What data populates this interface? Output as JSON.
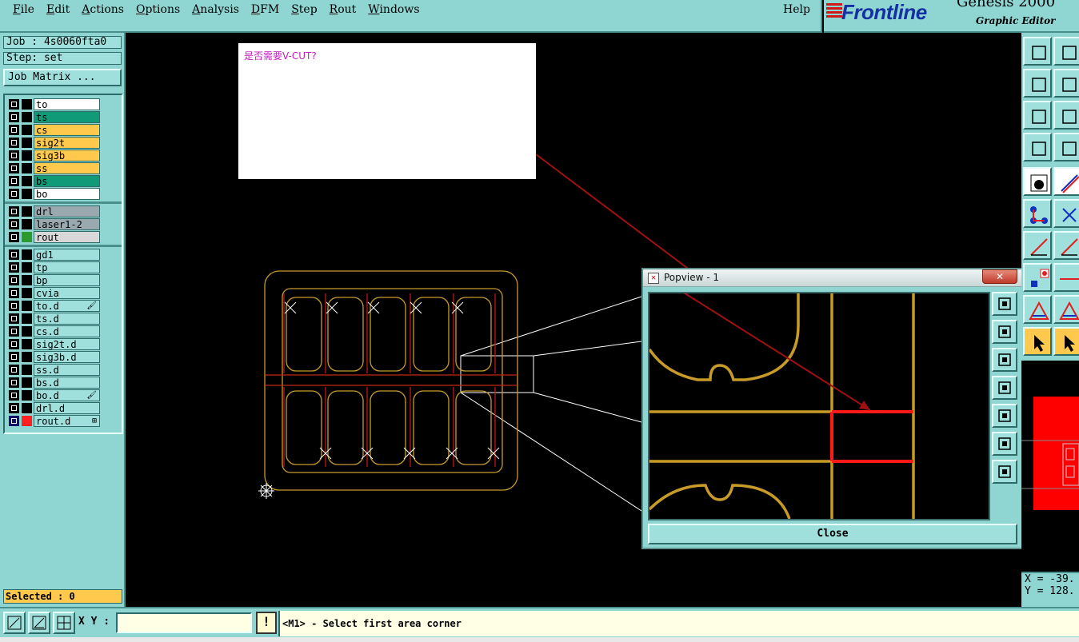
{
  "menubar": {
    "items": [
      {
        "label": "File",
        "u": "F",
        "rest": "ile"
      },
      {
        "label": "Edit",
        "u": "E",
        "rest": "dit"
      },
      {
        "label": "Actions",
        "u": "A",
        "rest": "ctions"
      },
      {
        "label": "Options",
        "u": "O",
        "rest": "ptions"
      },
      {
        "label": "Analysis",
        "u": "A",
        "rest": "nalysis"
      },
      {
        "label": "DFM",
        "u": "D",
        "rest": "FM"
      },
      {
        "label": "Step",
        "u": "S",
        "rest": "tep"
      },
      {
        "label": "Rout",
        "u": "R",
        "rest": "out"
      },
      {
        "label": "Windows",
        "u": "W",
        "rest": "indows"
      }
    ],
    "help": "Help"
  },
  "brand": {
    "logo": "Frontline",
    "product": "Genesis 2000",
    "subtitle": "Graphic Editor"
  },
  "job": {
    "job_label": "Job : 4s0060fta0",
    "step_label": "Step: set",
    "job_matrix_button": "Job Matrix ..."
  },
  "layers": [
    {
      "name": "to",
      "bg": "#ffffff",
      "swatch": "#000000",
      "marker": ""
    },
    {
      "name": "ts",
      "bg": "#119a77",
      "swatch": "#000000",
      "marker": ""
    },
    {
      "name": "cs",
      "bg": "#ffc94d",
      "swatch": "#000000",
      "marker": ""
    },
    {
      "name": "sig2t",
      "bg": "#ffc94d",
      "swatch": "#000000",
      "marker": ""
    },
    {
      "name": "sig3b",
      "bg": "#ffc94d",
      "swatch": "#000000",
      "marker": ""
    },
    {
      "name": "ss",
      "bg": "#ffc94d",
      "swatch": "#000000",
      "marker": ""
    },
    {
      "name": "bs",
      "bg": "#119a77",
      "swatch": "#000000",
      "marker": ""
    },
    {
      "name": "bo",
      "bg": "#ffffff",
      "swatch": "#000000",
      "marker": ""
    },
    {
      "name": "drl",
      "bg": "#9aa8b0",
      "swatch": "#000000",
      "marker": ""
    },
    {
      "name": "laser1-2",
      "bg": "#9aa8b0",
      "swatch": "#000000",
      "marker": ""
    },
    {
      "name": "rout",
      "bg": "#d8d8d8",
      "swatch": "#2c9a2c",
      "marker": ""
    },
    {
      "name": "gd1",
      "bg": "#9fe0dc",
      "swatch": "#000000",
      "marker": ""
    },
    {
      "name": "tp",
      "bg": "#9fe0dc",
      "swatch": "#000000",
      "marker": ""
    },
    {
      "name": "bp",
      "bg": "#9fe0dc",
      "swatch": "#000000",
      "marker": ""
    },
    {
      "name": "cvia",
      "bg": "#9fe0dc",
      "swatch": "#000000",
      "marker": ""
    },
    {
      "name": "to.d",
      "bg": "#9fe0dc",
      "swatch": "#000000",
      "marker": "🖌"
    },
    {
      "name": "ts.d",
      "bg": "#9fe0dc",
      "swatch": "#000000",
      "marker": ""
    },
    {
      "name": "cs.d",
      "bg": "#9fe0dc",
      "swatch": "#000000",
      "marker": ""
    },
    {
      "name": "sig2t.d",
      "bg": "#9fe0dc",
      "swatch": "#000000",
      "marker": ""
    },
    {
      "name": "sig3b.d",
      "bg": "#9fe0dc",
      "swatch": "#000000",
      "marker": ""
    },
    {
      "name": "ss.d",
      "bg": "#9fe0dc",
      "swatch": "#000000",
      "marker": ""
    },
    {
      "name": "bs.d",
      "bg": "#9fe0dc",
      "swatch": "#000000",
      "marker": ""
    },
    {
      "name": "bo.d",
      "bg": "#9fe0dc",
      "swatch": "#000000",
      "marker": "🖌"
    },
    {
      "name": "drl.d",
      "bg": "#9fe0dc",
      "swatch": "#000000",
      "marker": ""
    },
    {
      "name": "rout.d",
      "bg": "#9fe0dc",
      "swatch": "#ff2020",
      "marker": "⊞",
      "active": true
    }
  ],
  "selected_label": "Selected : 0",
  "message": "是否需要V-CUT?",
  "popview": {
    "title": "Popview - 1",
    "close_x": "✕",
    "close_button": "Close"
  },
  "coords": {
    "x": "X = -39.",
    "y": "Y = 128."
  },
  "bottom": {
    "xy_label": "X Y :",
    "xy_value": "",
    "warn": "!",
    "prompt": "<M1> - Select first area corner"
  },
  "colors": {
    "panel": "#8fd6d2",
    "outline": "#c89a28",
    "rout": "#ff2020",
    "arrow": "#a01010"
  }
}
